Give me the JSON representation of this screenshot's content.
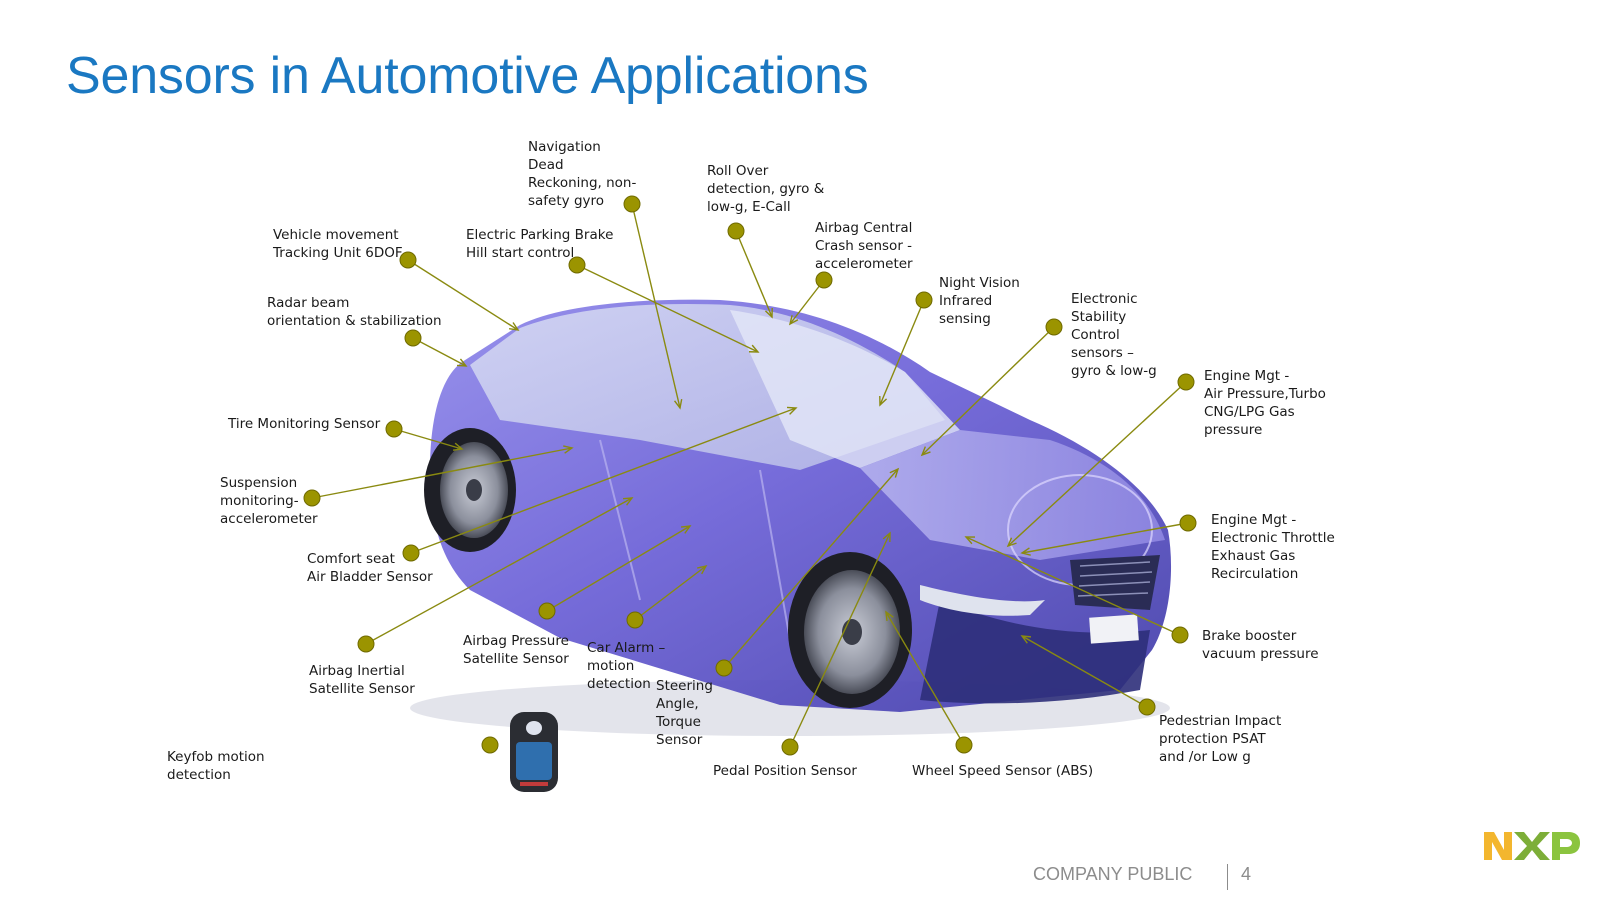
{
  "title": "Sensors in Automotive Applications",
  "labels": {
    "navigation": [
      "Navigation",
      "Dead",
      "Reckoning, non-",
      "safety gyro"
    ],
    "roll_over": [
      "Roll Over",
      "detection, gyro &",
      "low-g, E-Call"
    ],
    "airbag_central": [
      "Airbag Central",
      "Crash sensor -",
      "accelerometer"
    ],
    "night_vision": [
      "Night Vision",
      "Infrared",
      "sensing"
    ],
    "esc": [
      "Electronic",
      "Stability",
      "Control",
      "sensors –",
      "gyro & low-g"
    ],
    "vehicle_movement": [
      "Vehicle movement",
      "Tracking Unit 6DOF"
    ],
    "epb": [
      "Electric Parking Brake",
      "Hill start control"
    ],
    "radar": [
      "Radar beam",
      "orientation & stabilization"
    ],
    "engine_air": [
      "Engine Mgt -",
      "Air Pressure,Turbo",
      "CNG/LPG Gas",
      "pressure"
    ],
    "tire": [
      "Tire Monitoring Sensor"
    ],
    "suspension": [
      "Suspension",
      "monitoring-",
      "accelerometer"
    ],
    "engine_throttle": [
      "Engine Mgt -",
      "Electronic Throttle",
      "Exhaust Gas",
      "Recirculation"
    ],
    "comfort_seat": [
      "Comfort seat",
      "Air Bladder Sensor"
    ],
    "brake_booster": [
      "Brake booster",
      "vacuum pressure"
    ],
    "airbag_pressure": [
      "Airbag Pressure",
      "Satellite Sensor"
    ],
    "car_alarm": [
      "Car Alarm –",
      "motion",
      "detection"
    ],
    "airbag_inertial": [
      "Airbag Inertial",
      "Satellite Sensor"
    ],
    "steering": [
      "Steering",
      "Angle,",
      "Torque",
      "Sensor"
    ],
    "pedestrian": [
      "Pedestrian Impact",
      "protection PSAT",
      "and /or Low g"
    ],
    "keyfob": [
      "Keyfob motion",
      "detection"
    ],
    "pedal": [
      "Pedal Position Sensor"
    ],
    "wheel_speed": [
      "Wheel Speed Sensor (ABS)"
    ]
  },
  "footer": {
    "classification": "COMPANY PUBLIC",
    "page_number": "4"
  },
  "colors": {
    "title": "#1a78c2",
    "dot": "#9b9400",
    "leader": "#8a8a10",
    "car_body": "#6a5fd6",
    "footer": "#8c8c8c"
  }
}
